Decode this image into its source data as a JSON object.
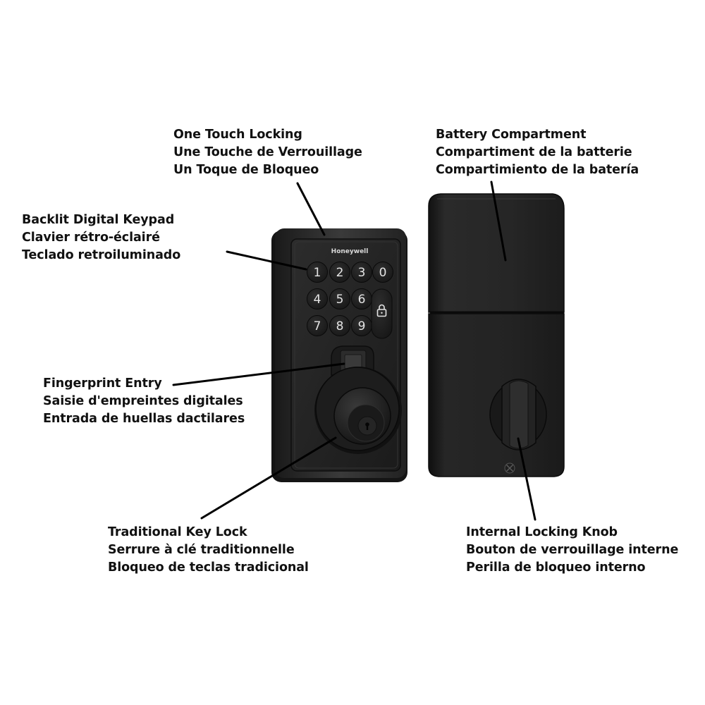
{
  "brand": "Honeywell",
  "keypad": {
    "keys": [
      "1",
      "2",
      "3",
      "0",
      "4",
      "5",
      "6",
      "7",
      "8",
      "9"
    ],
    "lock_button_icon": "padlock-icon"
  },
  "callouts": {
    "one_touch": {
      "en": "One Touch Locking",
      "fr": "Une Touche de Verrouillage",
      "es": "Un Toque de Bloqueo"
    },
    "backlit_keypad": {
      "en": "Backlit Digital Keypad",
      "fr": "Clavier rétro-éclairé",
      "es": "Teclado retroiluminado"
    },
    "battery": {
      "en": "Battery Compartment",
      "fr": "Compartiment de la batterie",
      "es": "Compartimiento de la batería"
    },
    "fingerprint": {
      "en": "Fingerprint Entry",
      "fr": "Saisie d'empreintes digitales",
      "es": "Entrada de huellas dactilares"
    },
    "key_lock": {
      "en": "Traditional Key Lock",
      "fr": "Serrure à clé traditionnelle",
      "es": "Bloqueo de teclas tradicional"
    },
    "locking_knob": {
      "en": "Internal Locking Knob",
      "fr": "Bouton de verrouillage interne",
      "es": "Perilla de bloqueo interno"
    }
  },
  "colors": {
    "background": "#ffffff",
    "lock_body": "#2a2a2a",
    "lock_face": "#1f1f1f",
    "key_text": "#e4e4e4",
    "leader_line": "#000000",
    "label_text": "#111111"
  }
}
